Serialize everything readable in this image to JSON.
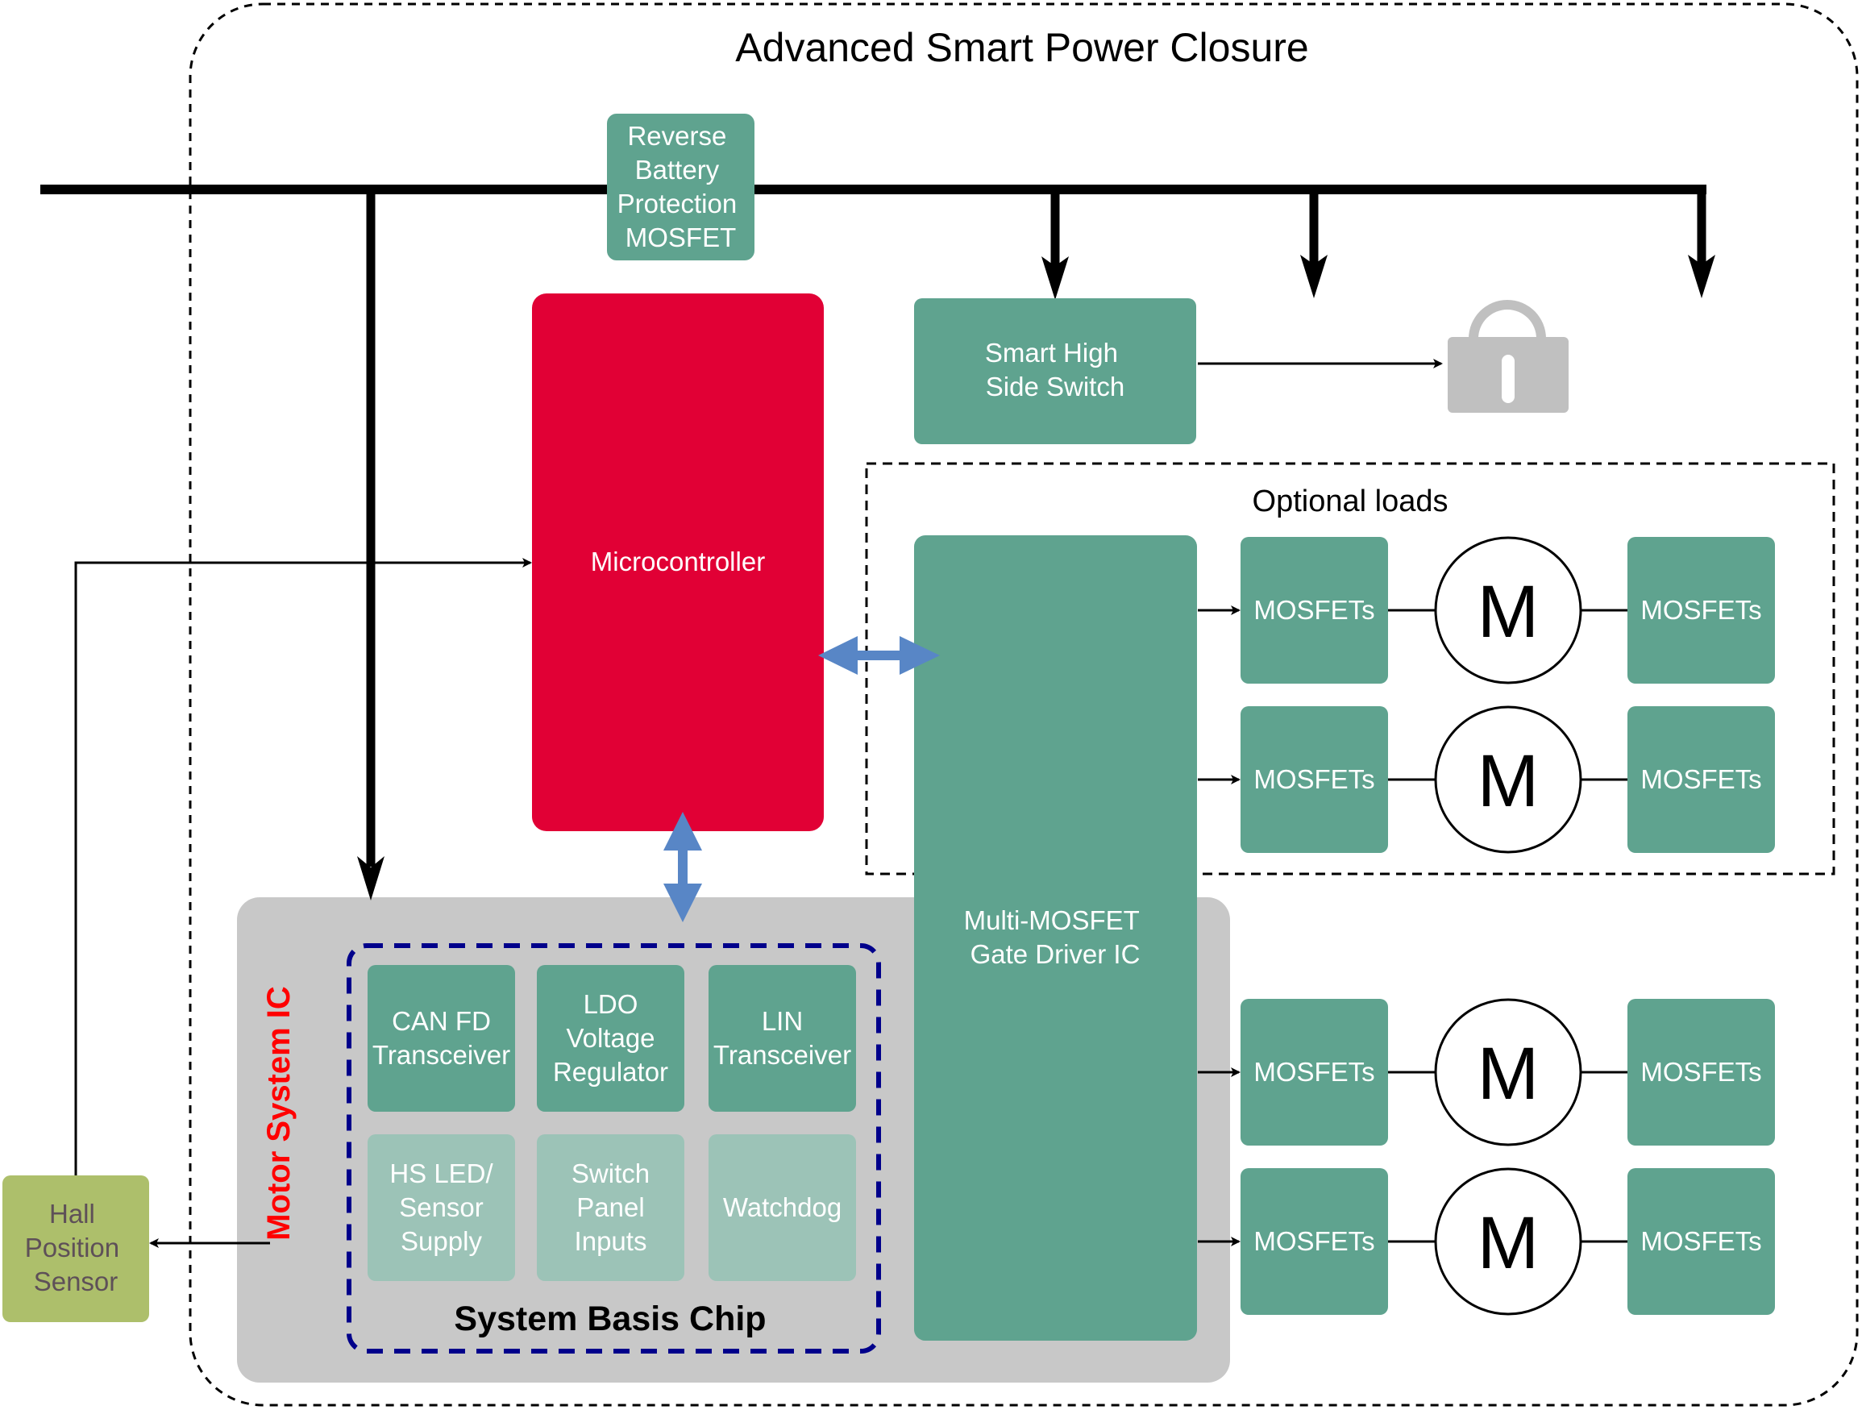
{
  "title": "Advanced Smart Power Closure",
  "colors": {
    "teal": "#5fa38f",
    "teal_light": "#9cc3b7",
    "mcu_red": "#e10035",
    "ic_gray": "#c8c8c8",
    "hall_green": "#adbf6b",
    "hall_text": "#5e5058",
    "blue_arrow": "#5886c6",
    "sbc_border": "#00008b",
    "label_red": "#ff0000",
    "lock_gray": "#c0c0c0"
  },
  "blocks": {
    "reverse_battery": {
      "lines": [
        "Reverse",
        "Battery",
        "Protection",
        "MOSFET"
      ]
    },
    "microcontroller": {
      "label": "Microcontroller"
    },
    "smart_high_side_switch": {
      "lines": [
        "Smart High",
        "Side Switch"
      ]
    },
    "gate_driver": {
      "lines": [
        "Multi-MOSFET",
        "Gate Driver IC"
      ]
    },
    "hall_sensor": {
      "lines": [
        "Hall",
        "Position",
        "Sensor"
      ]
    },
    "motor_system_ic": {
      "label": "Motor System IC"
    },
    "system_basis_chip": {
      "label": "System Basis Chip",
      "cells": [
        {
          "lines": [
            "CAN FD",
            "Transceiver"
          ],
          "style": "solid"
        },
        {
          "lines": [
            "LDO",
            "Voltage",
            "Regulator"
          ],
          "style": "solid"
        },
        {
          "lines": [
            "LIN",
            "Transceiver"
          ],
          "style": "solid"
        },
        {
          "lines": [
            "HS LED/",
            "Sensor",
            "Supply"
          ],
          "style": "light"
        },
        {
          "lines": [
            "Switch",
            "Panel",
            "Inputs"
          ],
          "style": "light"
        },
        {
          "lines": [
            "Watchdog"
          ],
          "style": "light"
        }
      ]
    },
    "optional_loads": {
      "label": "Optional loads"
    }
  },
  "motor_rows": [
    {
      "left": "MOSFETs",
      "motor": "M",
      "right": "MOSFETs",
      "optional": true
    },
    {
      "left": "MOSFETs",
      "motor": "M",
      "right": "MOSFETs",
      "optional": true
    },
    {
      "left": "MOSFETs",
      "motor": "M",
      "right": "MOSFETs",
      "optional": false
    },
    {
      "left": "MOSFETs",
      "motor": "M",
      "right": "MOSFETs",
      "optional": false
    }
  ],
  "icons": {
    "lock": "lock-icon"
  }
}
